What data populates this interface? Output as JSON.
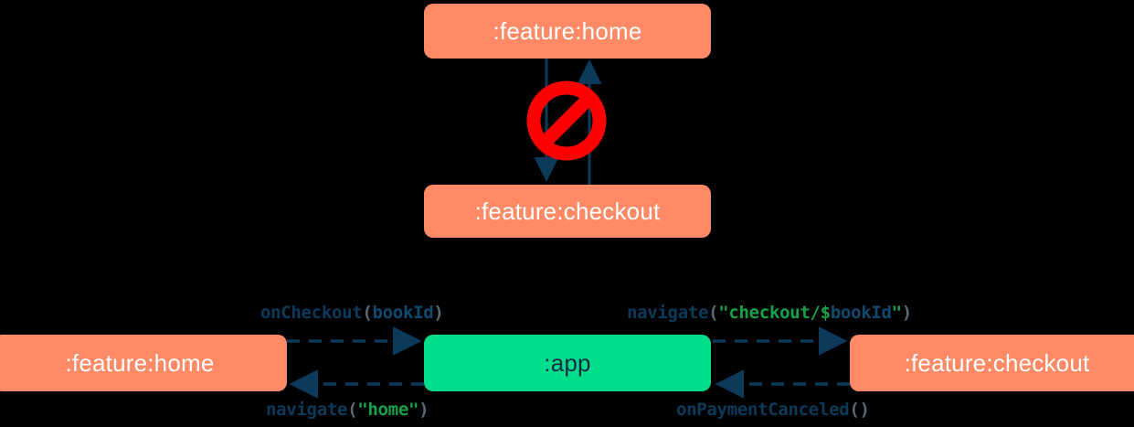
{
  "diagram": {
    "title": "module navigation dependency diagram",
    "colors": {
      "module_node": "#FF8A65",
      "app_node": "#00DE8C",
      "node_text_light": "#FFFFFF",
      "node_text_dark": "#102A43",
      "arrow": "#0B3A5B",
      "forbidden": "#FF0000",
      "string_literal": "#15A34A",
      "punctuation": "#5A6B75",
      "background": "#000000"
    },
    "top_section": {
      "nodes": [
        {
          "id": "home-top",
          "label": ":feature:home",
          "type": "module"
        },
        {
          "id": "checkout-top",
          "label": ":feature:checkout",
          "type": "module"
        }
      ],
      "edges": [
        {
          "from": "home-top",
          "to": "checkout-top",
          "direction": "down",
          "style": "solid"
        },
        {
          "from": "checkout-top",
          "to": "home-top",
          "direction": "up",
          "style": "solid"
        }
      ],
      "overlay_icon": "forbidden-sign",
      "overlay_meaning": "not allowed"
    },
    "bottom_section": {
      "nodes": [
        {
          "id": "home-bottom",
          "label": ":feature:home",
          "type": "module"
        },
        {
          "id": "app",
          "label": ":app",
          "type": "app"
        },
        {
          "id": "checkout-bottom",
          "label": ":feature:checkout",
          "type": "module"
        }
      ],
      "edges": [
        {
          "id": "home-to-app",
          "from": "home-bottom",
          "to": "app",
          "direction": "right",
          "style": "dashed",
          "label": "onCheckout(bookId)",
          "tokens": [
            {
              "text": "onCheckout",
              "kind": "fn"
            },
            {
              "text": "(",
              "kind": "punct"
            },
            {
              "text": "bookId",
              "kind": "var"
            },
            {
              "text": ")",
              "kind": "punct"
            }
          ]
        },
        {
          "id": "app-to-checkout",
          "from": "app",
          "to": "checkout-bottom",
          "direction": "right",
          "style": "dashed",
          "label": "navigate(\"checkout/$bookId\")",
          "tokens": [
            {
              "text": "navigate",
              "kind": "fn"
            },
            {
              "text": "(",
              "kind": "punct"
            },
            {
              "text": "\"checkout/$",
              "kind": "str"
            },
            {
              "text": "bookId",
              "kind": "var"
            },
            {
              "text": "\"",
              "kind": "str"
            },
            {
              "text": ")",
              "kind": "punct"
            }
          ]
        },
        {
          "id": "app-to-home",
          "from": "app",
          "to": "home-bottom",
          "direction": "left",
          "style": "dashed",
          "label": "navigate(\"home\")",
          "tokens": [
            {
              "text": "navigate",
              "kind": "fn"
            },
            {
              "text": "(",
              "kind": "punct"
            },
            {
              "text": "\"home\"",
              "kind": "str"
            },
            {
              "text": ")",
              "kind": "punct"
            }
          ]
        },
        {
          "id": "checkout-to-app",
          "from": "checkout-bottom",
          "to": "app",
          "direction": "left",
          "style": "dashed",
          "label": "onPaymentCanceled()",
          "tokens": [
            {
              "text": "onPaymentCanceled",
              "kind": "fn"
            },
            {
              "text": "()",
              "kind": "punct"
            }
          ]
        }
      ]
    }
  }
}
